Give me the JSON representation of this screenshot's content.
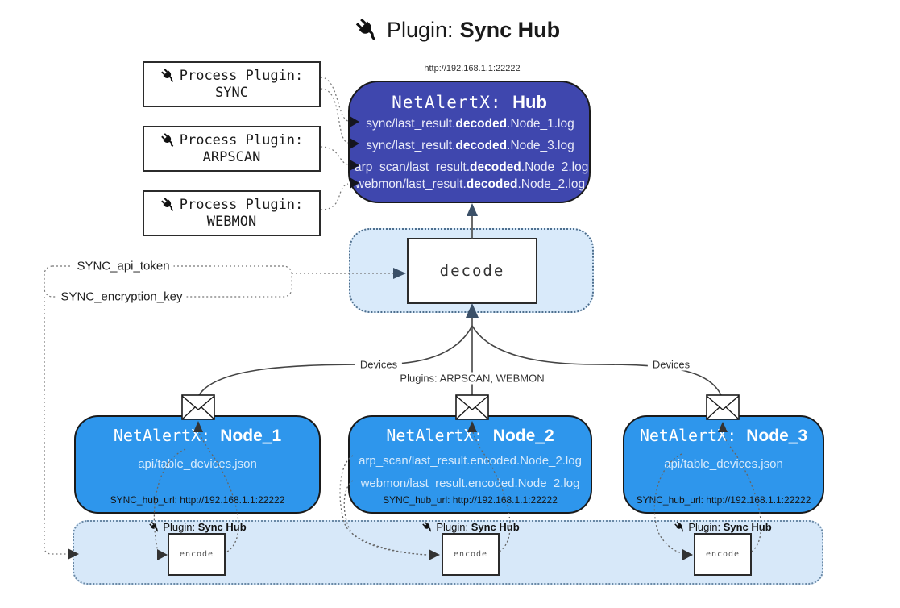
{
  "title": {
    "prefix": "Plugin: ",
    "name": "Sync Hub"
  },
  "hub": {
    "url": "http://192.168.1.1:22222",
    "name_prefix": "NetAlertX: ",
    "name": "Hub",
    "lines": [
      {
        "pre": "sync/last_result.",
        "bold": "decoded",
        "post": ".Node_1.log"
      },
      {
        "pre": "sync/last_result.",
        "bold": "decoded",
        "post": ".Node_3.log"
      },
      {
        "pre": "arp_scan/last_result.",
        "bold": "decoded",
        "post": ".Node_2.log"
      },
      {
        "pre": "webmon/last_result.",
        "bold": "decoded",
        "post": ".Node_2.log"
      }
    ]
  },
  "process_plugins": [
    {
      "label": "Process Plugin:",
      "name": "SYNC"
    },
    {
      "label": "Process Plugin:",
      "name": "ARPSCAN"
    },
    {
      "label": "Process Plugin:",
      "name": "WEBMON"
    }
  ],
  "decode": {
    "label": "decode"
  },
  "settings": {
    "api_token": "SYNC_api_token",
    "encryption_key": "SYNC_encryption_key"
  },
  "edge_labels": {
    "devices_left": "Devices",
    "plugins_center": "Plugins: ARPSCAN, WEBMON",
    "devices_right": "Devices"
  },
  "nodes": [
    {
      "name_prefix": "NetAlertX: ",
      "name": "Node_1",
      "files": [
        "api/table_devices.json"
      ],
      "hub_url": "SYNC_hub_url: http://192.168.1.1:22222"
    },
    {
      "name_prefix": "NetAlertX: ",
      "name": "Node_2",
      "files": [
        "arp_scan/last_result.encoded.Node_2.log",
        "webmon/last_result.encoded.Node_2.log"
      ],
      "hub_url": "SYNC_hub_url: http://192.168.1.1:22222"
    },
    {
      "name_prefix": "NetAlertX: ",
      "name": "Node_3",
      "files": [
        "api/table_devices.json"
      ],
      "hub_url": "SYNC_hub_url: http://192.168.1.1:22222"
    }
  ],
  "sync_hub_bar": {
    "label_prefix": "Plugin: ",
    "label_name": "Sync Hub",
    "encode_label": "encode"
  },
  "icons": {
    "title_icon": "plug-icon",
    "process_plugin_icon": "plug-icon",
    "bar_icon": "plug-icon",
    "node_top_icon": "envelope-icon"
  },
  "colors": {
    "hub_fill": "#3f47ae",
    "node_fill": "#2e96ec",
    "panel_fill": "#d9eafa",
    "panel_border": "#4e6f8e",
    "line": "#444444",
    "arrow_accent": "#3b5068",
    "dotted_line": "#777777"
  }
}
